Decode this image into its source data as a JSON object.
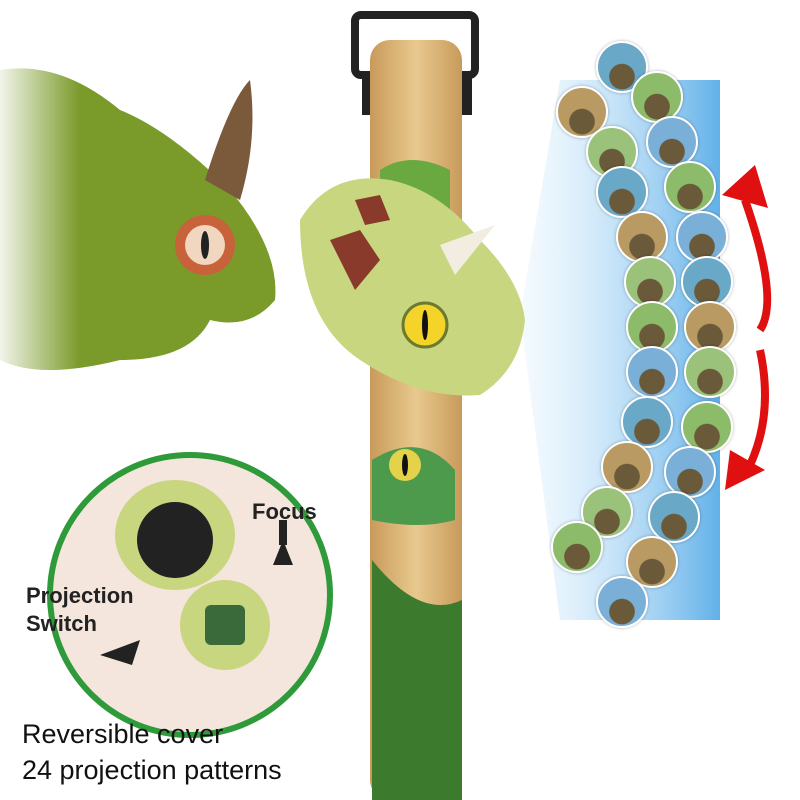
{
  "labels": {
    "focus": "Focus",
    "projection_switch_line1": "Projection",
    "projection_switch_line2": "Switch"
  },
  "captions": {
    "line1": "Reversible cover",
    "line2": "24 projection patterns"
  },
  "projection": {
    "pattern_count": 24
  },
  "colors": {
    "arrow": "#e01010",
    "inset_border": "#2f9a3a",
    "beam": "#5fb8ea",
    "strap": "#d9b67a"
  }
}
